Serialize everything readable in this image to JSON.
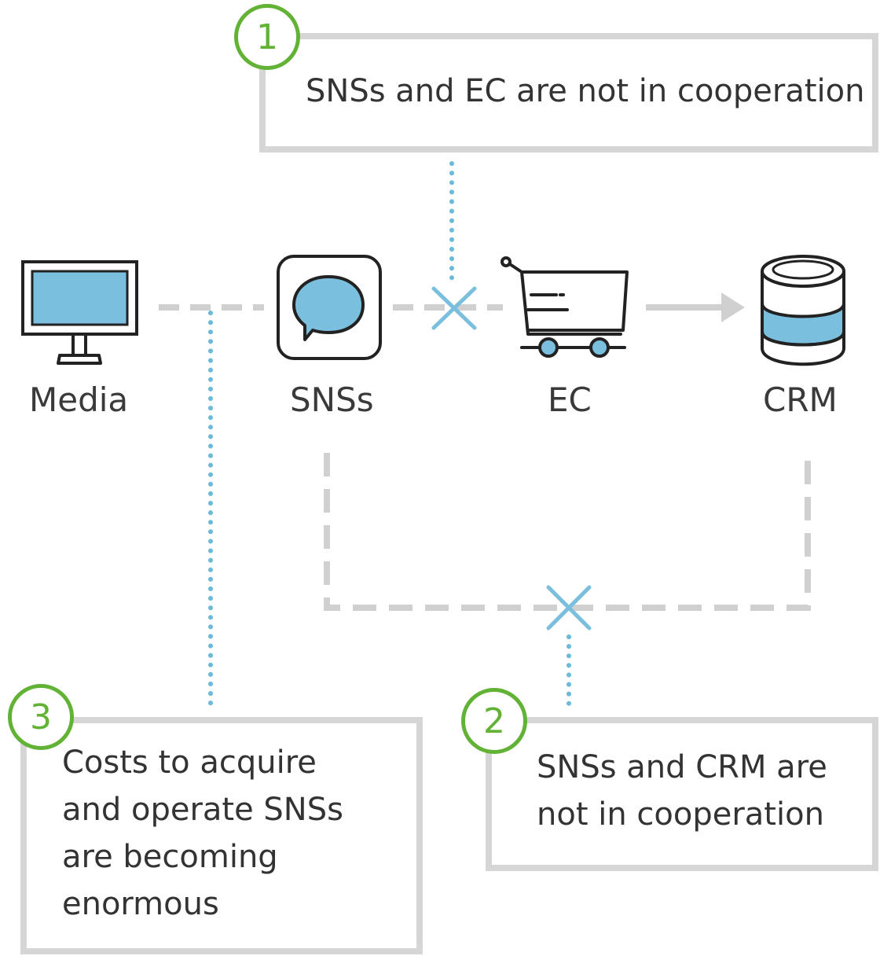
{
  "nodes": {
    "media": "Media",
    "sns": "SNSs",
    "ec": "EC",
    "crm": "CRM"
  },
  "callouts": [
    {
      "number": "1",
      "lines": [
        "SNSs and EC are not in cooperation"
      ]
    },
    {
      "number": "2",
      "lines": [
        "SNSs and CRM are",
        "not in cooperation"
      ]
    },
    {
      "number": "3",
      "lines": [
        "Costs to acquire",
        "and operate SNSs",
        "are becoming",
        "enormous"
      ]
    }
  ],
  "colors": {
    "accent_blue": "#7bbfdf",
    "dotted_blue": "#6bbada",
    "green": "#62b236",
    "gray_line": "#d0d0d0",
    "box_border": "#d6d6d6"
  },
  "icons": {
    "media": "monitor-icon",
    "sns": "speech-bubble-icon",
    "ec": "shopping-cart-icon",
    "crm": "database-icon"
  }
}
